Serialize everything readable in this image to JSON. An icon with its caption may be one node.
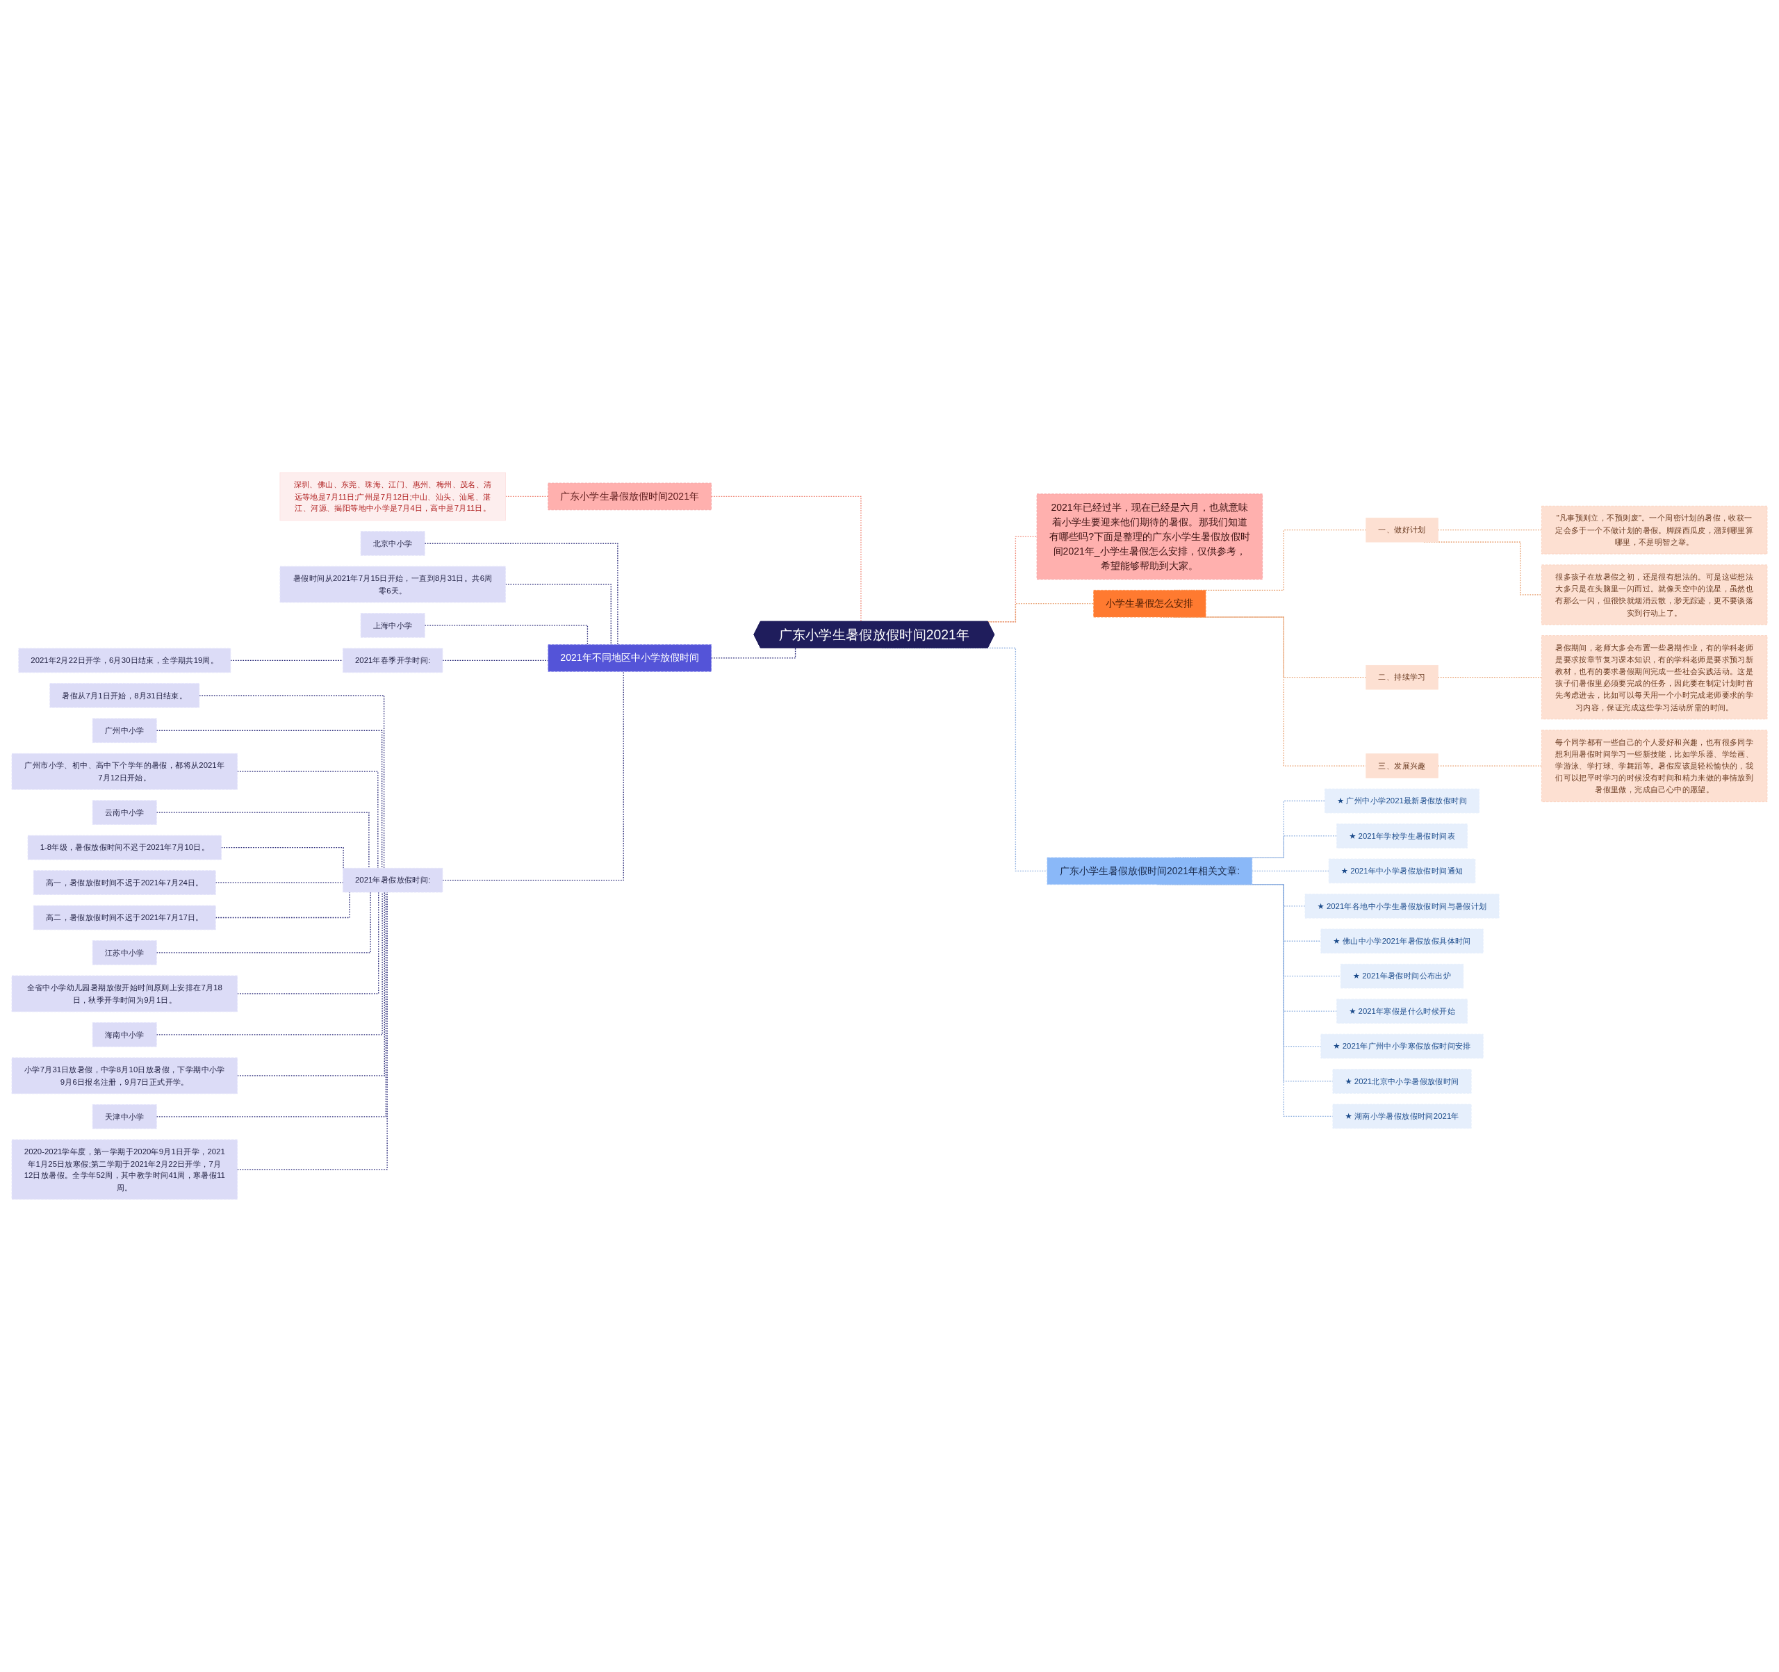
{
  "diagram": {
    "nodes": [
      {
        "text": [
          "广东小学生暑假放假时间2021年"
        ]
      },
      {
        "text": [
          "广东小学生暑假放假时间2021年"
        ]
      },
      {
        "text": [
          "深圳、佛山、东莞、珠海、江门、惠州、梅州、茂名、清远等地是7月11日;广州是7月12日;中山、汕头、汕尾、湛江、河源、揭阳等地中小学是7月4日，高中是7月11日。"
        ]
      },
      {
        "text": [
          "2021年不同地区中小学放假时间"
        ]
      },
      {
        "text": [
          "北京中小学"
        ]
      },
      {
        "text": [
          "暑假时间从2021年7月15日开始，一直到8月31日。共6周零6天。"
        ]
      },
      {
        "text": [
          "上海中小学"
        ]
      },
      {
        "text": [
          "2021年春季开学时间:"
        ]
      },
      {
        "text": [
          "2021年2月22日开学，6月30日结束，全学期共19周。"
        ]
      },
      {
        "text": [
          "2021年暑假放假时间:"
        ]
      },
      {
        "text": [
          "暑假从7月1日开始，8月31日结束。"
        ]
      },
      {
        "text": [
          "广州中小学"
        ]
      },
      {
        "text": [
          "广州市小学、初中、高中下个学年的暑假，都将从2021年7月12日开始。"
        ]
      },
      {
        "text": [
          "云南中小学"
        ]
      },
      {
        "text": [
          "1-8年级，暑假放假时间不迟于2021年7月10日。"
        ]
      },
      {
        "text": [
          "高一，暑假放假时间不迟于2021年7月24日。"
        ]
      },
      {
        "text": [
          "高二，暑假放假时间不迟于2021年7月17日。"
        ]
      },
      {
        "text": [
          "江苏中小学"
        ]
      },
      {
        "text": [
          "全省中小学幼儿园暑期放假开始时间原则上安排在7月18日，秋季开学时间为9月1日。"
        ]
      },
      {
        "text": [
          "海南中小学"
        ]
      },
      {
        "text": [
          "小学7月31日放暑假，中学8月10日放暑假，下学期中小学9月6日报名注册，9月7日正式开学。"
        ]
      },
      {
        "text": [
          "天津中小学"
        ]
      },
      {
        "text": [
          "2020-2021学年度，第一学期于2020年9月1日开学，2021年1月25日放寒假;第二学期于2021年2月22日开学，7月12日放暑假。全学年52周，其中教学时间41周，寒暑假11周。"
        ]
      },
      {
        "text": [
          "2021年已经过半，现在已经是六月，也就意味着小学生要迎来他们期待的暑假。那我们知道有哪些吗?下面是整理的广东小学生暑假放假时间2021年_小学生暑假怎么安排，仅供参考，希望能够帮助到大家。"
        ]
      },
      {
        "text": [
          "小学生暑假怎么安排"
        ]
      },
      {
        "text": [
          "一、做好计划"
        ]
      },
      {
        "text": [
          "\"凡事预则立，不预则废\"。一个周密计划的暑假，收获一定会多于一个不做计划的暑假。脚踩西瓜皮，溜到哪里算哪里，不是明智之举。"
        ]
      },
      {
        "text": [
          "很多孩子在放暑假之初，还是很有想法的。可是这些想法大多只是在头脑里一闪而过。就像天空中的流星，虽然也有那么一闪，但很快就烟消云散，渺无踪迹，更不要谈落实到行动上了。"
        ]
      },
      {
        "text": [
          "二、持续学习"
        ]
      },
      {
        "text": [
          "暑假期间，老师大多会布置一些暑期作业，有的学科老师是要求按章节复习课本知识，有的学科老师是要求预习新教材，也有的要求暑假期间完成一些社会实践活动。这是孩子们暑假里必须要完成的任务，因此要在制定计划时首先考虑进去，比如可以每天用一个小时完成老师要求的学习内容，保证完成这些学习活动所需的时间。"
        ]
      },
      {
        "text": [
          "三、发展兴趣"
        ]
      },
      {
        "text": [
          "每个同学都有一些自己的个人爱好和兴趣，也有很多同学想利用暑假时间学习一些新技能，比如学乐器、学绘画、学游泳、学打球、学舞蹈等。暑假应该是轻松愉快的，我们可以把平时学习的时候没有时间和精力来做的事情放到暑假里做，完成自己心中的愿望。"
        ]
      },
      {
        "text": [
          "广东小学生暑假放假时间2021年相关文章:"
        ]
      },
      {
        "text": [
          "★ 广州中小学2021最新暑假放假时间"
        ]
      },
      {
        "text": [
          "★ 2021年学校学生暑假时间表"
        ]
      },
      {
        "text": [
          "★ 2021年中小学暑假放假时间通知"
        ]
      },
      {
        "text": [
          "★ 2021年各地中小学生暑假放假时间与暑假计划"
        ]
      },
      {
        "text": [
          "★ 佛山中小学2021年暑假放假具体时间"
        ]
      },
      {
        "text": [
          "★ 2021年暑假时间公布出炉"
        ]
      },
      {
        "text": [
          "★ 2021年寒假是什么时候开始"
        ]
      },
      {
        "text": [
          "★ 2021年广州中小学寒假放假时间安排"
        ]
      },
      {
        "text": [
          "★ 2021北京中小学暑假放假时间"
        ]
      },
      {
        "text": [
          "★ 湖南小学暑假放假时间2021年"
        ]
      }
    ],
    "edges": [
      {
        "from": 0,
        "to": 1,
        "arrow": "none",
        "style": "dashed",
        "color": "#f08a7a"
      },
      {
        "from": 1,
        "to": 2,
        "arrow": "none",
        "style": "dashed",
        "color": "#f08a7a"
      },
      {
        "from": 0,
        "to": 3,
        "arrow": "none",
        "style": "dashed"
      },
      {
        "from": 3,
        "to": 4,
        "arrow": "none",
        "style": "dashed"
      },
      {
        "from": 3,
        "to": 5,
        "arrow": "none",
        "style": "dashed"
      },
      {
        "from": 3,
        "to": 6,
        "arrow": "none",
        "style": "dashed"
      },
      {
        "from": 3,
        "to": 7,
        "arrow": "none",
        "style": "dashed"
      },
      {
        "from": 7,
        "to": 8,
        "arrow": "none",
        "style": "dashed"
      },
      {
        "from": 3,
        "to": 9,
        "arrow": "none",
        "style": "dashed"
      },
      {
        "from": 9,
        "to": 10,
        "arrow": "none",
        "style": "dashed"
      },
      {
        "from": 9,
        "to": 11,
        "arrow": "none",
        "style": "dashed"
      },
      {
        "from": 9,
        "to": 12,
        "arrow": "none",
        "style": "dashed"
      },
      {
        "from": 9,
        "to": 13,
        "arrow": "none",
        "style": "dashed"
      },
      {
        "from": 9,
        "to": 14,
        "arrow": "none",
        "style": "dashed"
      },
      {
        "from": 9,
        "to": 15,
        "arrow": "none",
        "style": "dashed"
      },
      {
        "from": 9,
        "to": 16,
        "arrow": "none",
        "style": "dashed"
      },
      {
        "from": 9,
        "to": 17,
        "arrow": "none",
        "style": "dashed"
      },
      {
        "from": 9,
        "to": 18,
        "arrow": "none",
        "style": "dashed"
      },
      {
        "from": 9,
        "to": 19,
        "arrow": "none",
        "style": "dashed"
      },
      {
        "from": 9,
        "to": 20,
        "arrow": "none",
        "style": "dashed"
      },
      {
        "from": 9,
        "to": 21,
        "arrow": "none",
        "style": "dashed"
      },
      {
        "from": 9,
        "to": 22,
        "arrow": "none",
        "style": "dashed"
      },
      {
        "from": 0,
        "to": 23,
        "arrow": "none",
        "style": "dashed",
        "color": "#f08a7a"
      },
      {
        "from": 0,
        "to": 24,
        "arrow": "none",
        "style": "dashed",
        "color": "#e8a070"
      },
      {
        "from": 24,
        "to": 25,
        "arrow": "none",
        "style": "dashed",
        "color": "#e8a070"
      },
      {
        "from": 25,
        "to": 26,
        "arrow": "none",
        "style": "dashed",
        "color": "#e8a070"
      },
      {
        "from": 25,
        "to": 27,
        "arrow": "none",
        "style": "dashed",
        "color": "#e8a070"
      },
      {
        "from": 24,
        "to": 28,
        "arrow": "none",
        "style": "dashed",
        "color": "#e8a070"
      },
      {
        "from": 28,
        "to": 29,
        "arrow": "none",
        "style": "dashed",
        "color": "#e8a070"
      },
      {
        "from": 24,
        "to": 30,
        "arrow": "none",
        "style": "dashed",
        "color": "#e8a070"
      },
      {
        "from": 30,
        "to": 31,
        "arrow": "none",
        "style": "dashed",
        "color": "#e8a070"
      },
      {
        "from": 0,
        "to": 32,
        "arrow": "none",
        "style": "dashed",
        "color": "#8fb0e0"
      },
      {
        "from": 32,
        "to": 33,
        "arrow": "none",
        "style": "dashed",
        "color": "#8fb0e0"
      },
      {
        "from": 32,
        "to": 34,
        "arrow": "none",
        "style": "dashed",
        "color": "#8fb0e0"
      },
      {
        "from": 32,
        "to": 35,
        "arrow": "none",
        "style": "dashed",
        "color": "#8fb0e0"
      },
      {
        "from": 32,
        "to": 36,
        "arrow": "none",
        "style": "dashed",
        "color": "#8fb0e0"
      },
      {
        "from": 32,
        "to": 37,
        "arrow": "none",
        "style": "dashed",
        "color": "#8fb0e0"
      },
      {
        "from": 32,
        "to": 38,
        "arrow": "none",
        "style": "dashed",
        "color": "#8fb0e0"
      },
      {
        "from": 32,
        "to": 39,
        "arrow": "none",
        "style": "dashed",
        "color": "#8fb0e0"
      },
      {
        "from": 32,
        "to": 40,
        "arrow": "none",
        "style": "dashed",
        "color": "#8fb0e0"
      },
      {
        "from": 32,
        "to": 41,
        "arrow": "none",
        "style": "dashed",
        "color": "#8fb0e0"
      },
      {
        "from": 32,
        "to": 42,
        "arrow": "none",
        "style": "dashed",
        "color": "#8fb0e0"
      }
    ]
  }
}
